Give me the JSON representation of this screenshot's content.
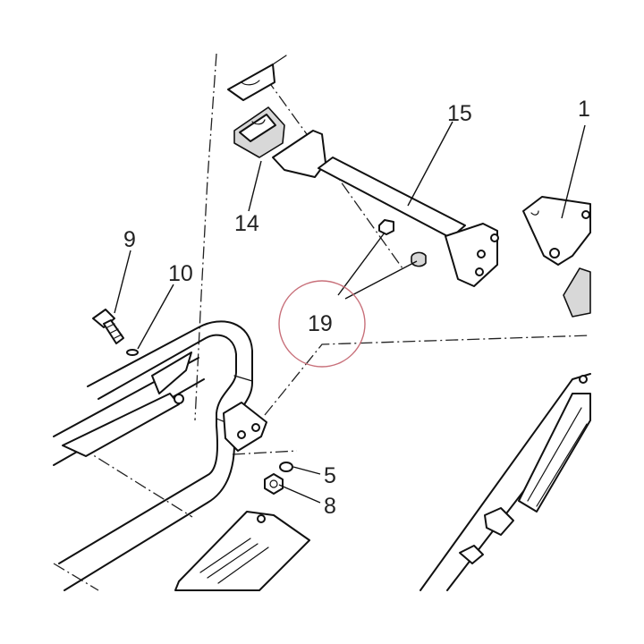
{
  "callouts": {
    "c1": "1",
    "c5": "5",
    "c8": "8",
    "c9": "9",
    "c10": "10",
    "c14": "14",
    "c15": "15",
    "c19": "19"
  },
  "colors": {
    "line": "#111111",
    "highlight_circle": "#c8707a",
    "background": "#ffffff"
  }
}
